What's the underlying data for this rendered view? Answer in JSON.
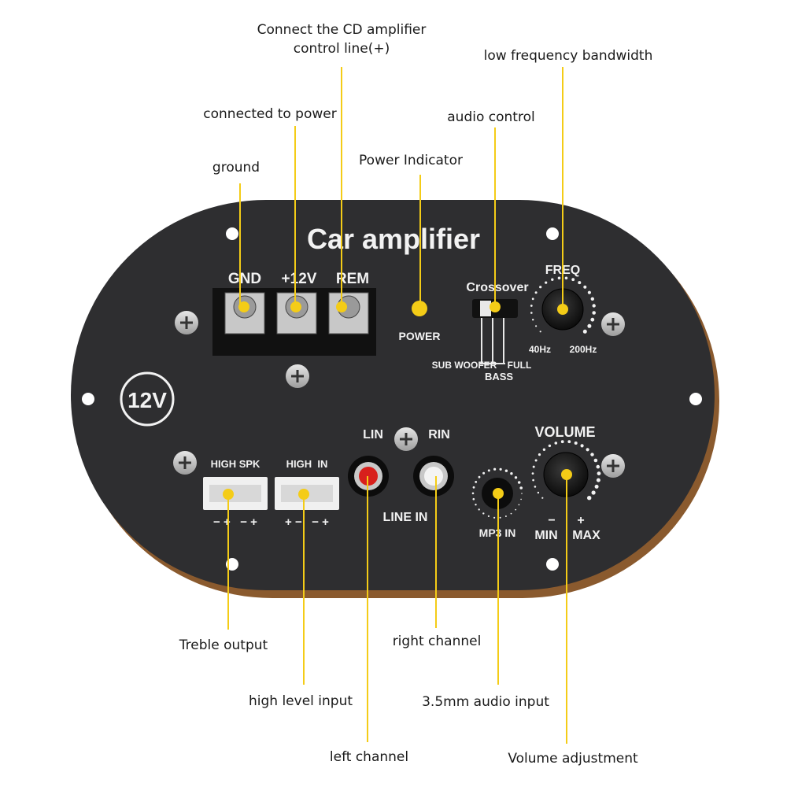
{
  "panel": {
    "title": "Car amplifier",
    "terminals": {
      "gnd": "GND",
      "v12": "+12V",
      "rem": "REM"
    },
    "power": "POWER",
    "badge": "12V",
    "crossover": {
      "title": "Crossover",
      "subwoofer": "SUB WOOFER",
      "full": "FULL",
      "bass": "BASS"
    },
    "freq": {
      "title": "FREQ",
      "min": "40Hz",
      "max": "200Hz"
    },
    "volume": {
      "title": "VOLUME",
      "minus": "−",
      "plus": "+",
      "min": "MIN",
      "max": "MAX"
    },
    "high_spk": {
      "title": "HIGH SPK",
      "polarity": "− +   − +"
    },
    "high_in": {
      "title": "HIGH  IN",
      "polarity": "+ −   − +"
    },
    "line": {
      "lin": "LIN",
      "rin": "RIN",
      "title": "LINE IN"
    },
    "mp3": "MP3 IN"
  },
  "callouts": {
    "cd_line1": "Connect the CD amplifier",
    "cd_line2": "control line(+)",
    "low_freq": "low frequency bandwidth",
    "power_conn": "connected to power",
    "audio_control": "audio control",
    "ground": "ground",
    "power_indicator": "Power Indicator",
    "treble_output": "Treble output",
    "right_channel": "right channel",
    "high_level_input": "high level input",
    "audio_input": "3.5mm audio input",
    "left_channel": "left channel",
    "volume_adjustment": "Volume adjustment"
  },
  "colors": {
    "panel": "#2e2e30",
    "rim": "#8a5a2e",
    "accent": "#f4cc17",
    "rca_left": "#d8201c",
    "rca_right": "#f4f4f4"
  }
}
